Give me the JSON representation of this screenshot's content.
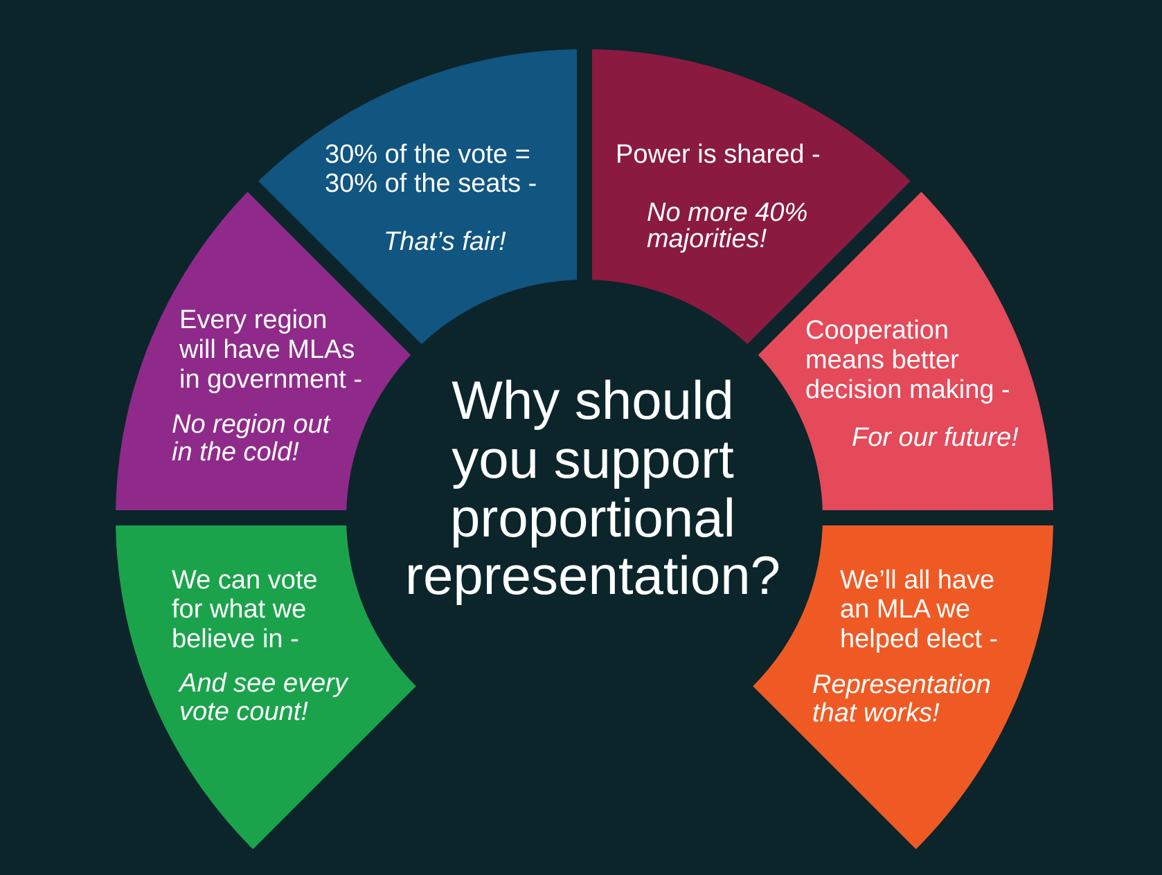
{
  "background": "#0b252b",
  "title": [
    "Why should",
    "you support",
    "proportional",
    "representation?"
  ],
  "segments": [
    {
      "id": "blue",
      "color": "#115581",
      "angles": [
        225,
        270
      ],
      "lines": [
        "30% of the vote =",
        "30% of the seats -"
      ],
      "tagline": [
        "That’s fair!"
      ]
    },
    {
      "id": "maroon",
      "color": "#8b1a40",
      "angles": [
        270,
        315
      ],
      "lines": [
        "Power is shared -"
      ],
      "tagline": [
        "No more 40%",
        "majorities!"
      ]
    },
    {
      "id": "purple",
      "color": "#8f2a8b",
      "angles": [
        180,
        225
      ],
      "lines": [
        "Every region",
        "will have MLAs",
        "in government -"
      ],
      "tagline": [
        "No region out",
        "in the cold!"
      ]
    },
    {
      "id": "pink",
      "color": "#e44a5a",
      "angles": [
        315,
        360
      ],
      "lines": [
        "Cooperation",
        "means better",
        "decision making -"
      ],
      "tagline": [
        "For our future!"
      ]
    },
    {
      "id": "green",
      "color": "#1ba34c",
      "angles": [
        135,
        180
      ],
      "lines": [
        "We can vote",
        "for what we",
        "believe in -"
      ],
      "tagline": [
        "And see every",
        "vote count!"
      ]
    },
    {
      "id": "orange",
      "color": "#ef5a24",
      "angles": [
        0,
        45
      ],
      "lines": [
        "We’ll all have",
        "an MLA we",
        "helped elect -"
      ],
      "tagline": [
        "Representation",
        "that works!"
      ]
    }
  ]
}
